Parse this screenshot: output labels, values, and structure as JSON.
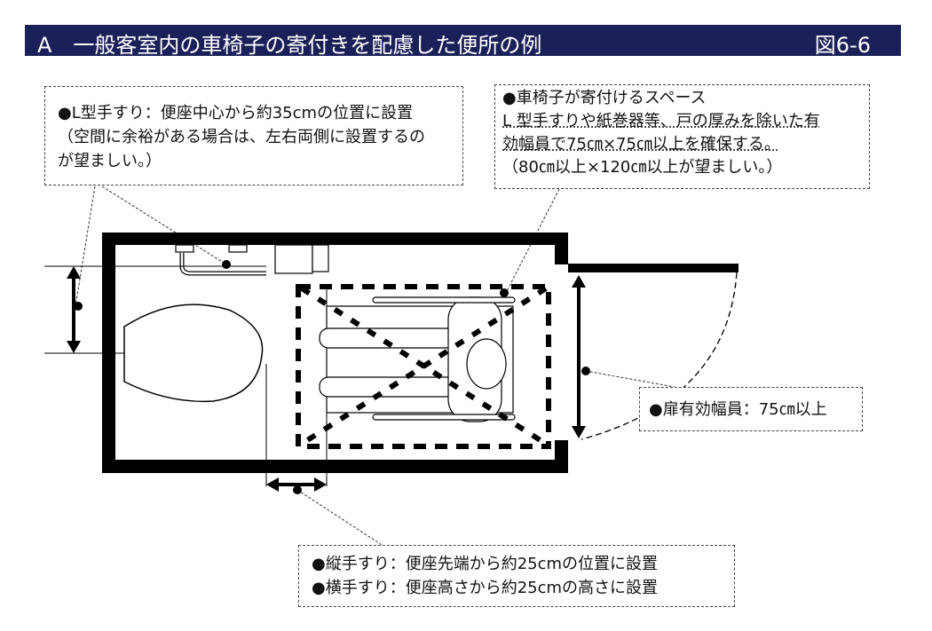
{
  "header": {
    "title": "A　一般客室内の車椅子の寄付きを配慮した便所の例",
    "figure_number": "図6-6"
  },
  "callouts": {
    "l_handrail": [
      "●L型手すり：便座中心から約35cmの位置に設置",
      "（空間に余裕がある場合は、左右両側に設置するの",
      "が望ましい。）"
    ],
    "wheelchair_space": [
      "●車椅子が寄付けるスペース",
      "L 型手すりや紙巻器等、戸の厚みを除いた有",
      "効幅員で75㎝×75㎝以上を確保する。",
      "（80㎝以上×120㎝以上が望ましい。）"
    ],
    "door_width": [
      "●扉有効幅員：75㎝以上"
    ],
    "handrails": [
      "●縦手すり：便座先端から約25cmの位置に設置",
      "●横手すり：便座高さから約25cmの高さに設置"
    ]
  },
  "colors": {
    "header_bg": "#1b2158"
  }
}
